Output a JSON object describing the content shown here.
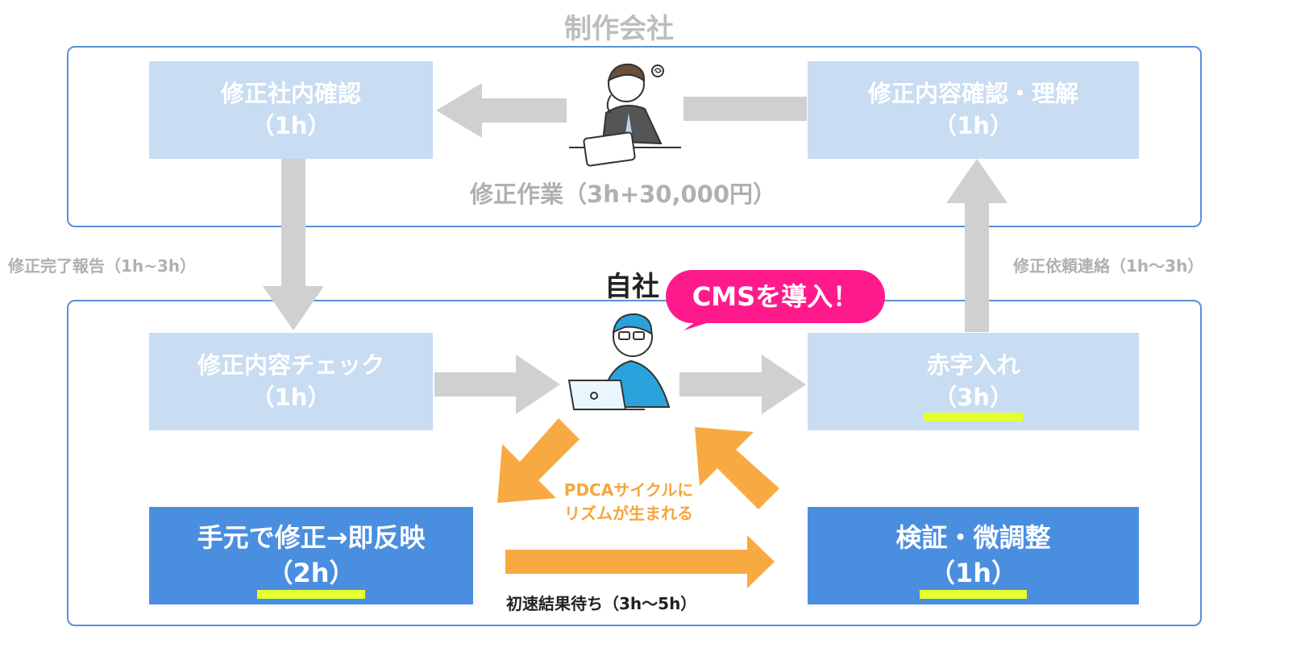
{
  "vendor": {
    "title": "制作会社",
    "box_confirm_internal": {
      "line1": "修正社内確認",
      "line2": "（1h）"
    },
    "box_understand": {
      "line1": "修正内容確認・理解",
      "line2": "（1h）"
    },
    "work_label": "修正作業（3h+30,000円）"
  },
  "flow_labels": {
    "completion_report": "修正完了報告（1h~3h）",
    "request_contact": "修正依頼連絡（1h〜3h）"
  },
  "company": {
    "title": "自社",
    "bubble": "CMSを導入！",
    "box_check": {
      "line1": "修正内容チェック",
      "line2": "（1h）"
    },
    "box_redline": {
      "line1": "赤字入れ",
      "line2": "（3h）"
    },
    "box_fix": {
      "line1": "手元で修正→即反映",
      "line2": "（2h）"
    },
    "box_verify": {
      "line1": "検証・微調整",
      "line2": "（1h）"
    },
    "pdca_label": {
      "line1": "PDCAサイクルに",
      "line2": "リズムが生まれる"
    },
    "wait_label": "初速結果待ち（3h〜5h）"
  },
  "colors": {
    "panel_border": "#5b8fd6",
    "light_box": "#c8dcf2",
    "dark_box": "#4a8ee0",
    "gray_arrow": "#d0d0d0",
    "orange_arrow": "#f7aa42",
    "highlight": "#e6ff2e",
    "bubble": "#ff1a8c"
  }
}
